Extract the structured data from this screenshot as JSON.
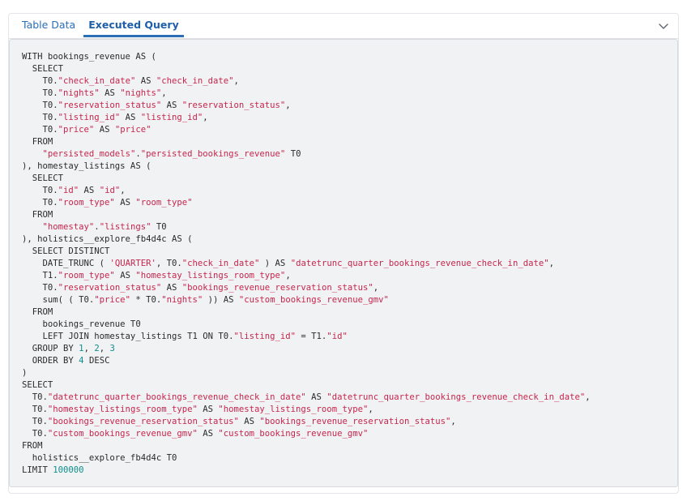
{
  "tabs": [
    {
      "label": "Table Data",
      "active": false
    },
    {
      "label": "Executed Query",
      "active": true
    }
  ],
  "icons": {
    "collapse": "chevron-down-icon"
  },
  "colors": {
    "tab_accent": "#2a6fb8",
    "string_literal": "#c7254e",
    "number_literal": "#0f8c8c",
    "code_background": "#f1f2f3"
  },
  "query_lines": [
    [
      {
        "t": "WITH bookings_revenue AS (",
        "c": "k"
      }
    ],
    [
      {
        "t": "  SELECT",
        "c": "k"
      }
    ],
    [
      {
        "t": "    T0.",
        "c": "k"
      },
      {
        "t": "\"check_in_date\"",
        "c": "s"
      },
      {
        "t": " AS ",
        "c": "k"
      },
      {
        "t": "\"check_in_date\"",
        "c": "s"
      },
      {
        "t": ",",
        "c": "k"
      }
    ],
    [
      {
        "t": "    T0.",
        "c": "k"
      },
      {
        "t": "\"nights\"",
        "c": "s"
      },
      {
        "t": " AS ",
        "c": "k"
      },
      {
        "t": "\"nights\"",
        "c": "s"
      },
      {
        "t": ",",
        "c": "k"
      }
    ],
    [
      {
        "t": "    T0.",
        "c": "k"
      },
      {
        "t": "\"reservation_status\"",
        "c": "s"
      },
      {
        "t": " AS ",
        "c": "k"
      },
      {
        "t": "\"reservation_status\"",
        "c": "s"
      },
      {
        "t": ",",
        "c": "k"
      }
    ],
    [
      {
        "t": "    T0.",
        "c": "k"
      },
      {
        "t": "\"listing_id\"",
        "c": "s"
      },
      {
        "t": " AS ",
        "c": "k"
      },
      {
        "t": "\"listing_id\"",
        "c": "s"
      },
      {
        "t": ",",
        "c": "k"
      }
    ],
    [
      {
        "t": "    T0.",
        "c": "k"
      },
      {
        "t": "\"price\"",
        "c": "s"
      },
      {
        "t": " AS ",
        "c": "k"
      },
      {
        "t": "\"price\"",
        "c": "s"
      }
    ],
    [
      {
        "t": "  FROM",
        "c": "k"
      }
    ],
    [
      {
        "t": "    ",
        "c": "k"
      },
      {
        "t": "\"persisted_models\"",
        "c": "s"
      },
      {
        "t": ".",
        "c": "k"
      },
      {
        "t": "\"persisted_bookings_revenue\"",
        "c": "s"
      },
      {
        "t": " T0",
        "c": "k"
      }
    ],
    [
      {
        "t": "), homestay_listings AS (",
        "c": "k"
      }
    ],
    [
      {
        "t": "  SELECT",
        "c": "k"
      }
    ],
    [
      {
        "t": "    T0.",
        "c": "k"
      },
      {
        "t": "\"id\"",
        "c": "s"
      },
      {
        "t": " AS ",
        "c": "k"
      },
      {
        "t": "\"id\"",
        "c": "s"
      },
      {
        "t": ",",
        "c": "k"
      }
    ],
    [
      {
        "t": "    T0.",
        "c": "k"
      },
      {
        "t": "\"room_type\"",
        "c": "s"
      },
      {
        "t": " AS ",
        "c": "k"
      },
      {
        "t": "\"room_type\"",
        "c": "s"
      }
    ],
    [
      {
        "t": "  FROM",
        "c": "k"
      }
    ],
    [
      {
        "t": "    ",
        "c": "k"
      },
      {
        "t": "\"homestay\"",
        "c": "s"
      },
      {
        "t": ".",
        "c": "k"
      },
      {
        "t": "\"listings\"",
        "c": "s"
      },
      {
        "t": " T0",
        "c": "k"
      }
    ],
    [
      {
        "t": "), holistics__explore_fb4d4c AS (",
        "c": "k"
      }
    ],
    [
      {
        "t": "  SELECT DISTINCT",
        "c": "k"
      }
    ],
    [
      {
        "t": "    DATE_TRUNC ( ",
        "c": "k"
      },
      {
        "t": "'QUARTER'",
        "c": "s"
      },
      {
        "t": ", T0.",
        "c": "k"
      },
      {
        "t": "\"check_in_date\"",
        "c": "s"
      },
      {
        "t": " ) AS ",
        "c": "k"
      },
      {
        "t": "\"datetrunc_quarter_bookings_revenue_check_in_date\"",
        "c": "s"
      },
      {
        "t": ",",
        "c": "k"
      }
    ],
    [
      {
        "t": "    T1.",
        "c": "k"
      },
      {
        "t": "\"room_type\"",
        "c": "s"
      },
      {
        "t": " AS ",
        "c": "k"
      },
      {
        "t": "\"homestay_listings_room_type\"",
        "c": "s"
      },
      {
        "t": ",",
        "c": "k"
      }
    ],
    [
      {
        "t": "    T0.",
        "c": "k"
      },
      {
        "t": "\"reservation_status\"",
        "c": "s"
      },
      {
        "t": " AS ",
        "c": "k"
      },
      {
        "t": "\"bookings_revenue_reservation_status\"",
        "c": "s"
      },
      {
        "t": ",",
        "c": "k"
      }
    ],
    [
      {
        "t": "    sum( ( T0.",
        "c": "k"
      },
      {
        "t": "\"price\"",
        "c": "s"
      },
      {
        "t": " * T0.",
        "c": "k"
      },
      {
        "t": "\"nights\"",
        "c": "s"
      },
      {
        "t": " )) AS ",
        "c": "k"
      },
      {
        "t": "\"custom_bookings_revenue_gmv\"",
        "c": "s"
      }
    ],
    [
      {
        "t": "  FROM",
        "c": "k"
      }
    ],
    [
      {
        "t": "    bookings_revenue T0",
        "c": "k"
      }
    ],
    [
      {
        "t": "    LEFT JOIN homestay_listings T1 ON T0.",
        "c": "k"
      },
      {
        "t": "\"listing_id\"",
        "c": "s"
      },
      {
        "t": " = T1.",
        "c": "k"
      },
      {
        "t": "\"id\"",
        "c": "s"
      }
    ],
    [
      {
        "t": "  GROUP BY ",
        "c": "k"
      },
      {
        "t": "1",
        "c": "n"
      },
      {
        "t": ", ",
        "c": "k"
      },
      {
        "t": "2",
        "c": "n"
      },
      {
        "t": ", ",
        "c": "k"
      },
      {
        "t": "3",
        "c": "n"
      }
    ],
    [
      {
        "t": "  ORDER BY ",
        "c": "k"
      },
      {
        "t": "4",
        "c": "n"
      },
      {
        "t": " DESC",
        "c": "k"
      }
    ],
    [
      {
        "t": ")",
        "c": "k"
      }
    ],
    [
      {
        "t": "SELECT",
        "c": "k"
      }
    ],
    [
      {
        "t": "  T0.",
        "c": "k"
      },
      {
        "t": "\"datetrunc_quarter_bookings_revenue_check_in_date\"",
        "c": "s"
      },
      {
        "t": " AS ",
        "c": "k"
      },
      {
        "t": "\"datetrunc_quarter_bookings_revenue_check_in_date\"",
        "c": "s"
      },
      {
        "t": ",",
        "c": "k"
      }
    ],
    [
      {
        "t": "  T0.",
        "c": "k"
      },
      {
        "t": "\"homestay_listings_room_type\"",
        "c": "s"
      },
      {
        "t": " AS ",
        "c": "k"
      },
      {
        "t": "\"homestay_listings_room_type\"",
        "c": "s"
      },
      {
        "t": ",",
        "c": "k"
      }
    ],
    [
      {
        "t": "  T0.",
        "c": "k"
      },
      {
        "t": "\"bookings_revenue_reservation_status\"",
        "c": "s"
      },
      {
        "t": " AS ",
        "c": "k"
      },
      {
        "t": "\"bookings_revenue_reservation_status\"",
        "c": "s"
      },
      {
        "t": ",",
        "c": "k"
      }
    ],
    [
      {
        "t": "  T0.",
        "c": "k"
      },
      {
        "t": "\"custom_bookings_revenue_gmv\"",
        "c": "s"
      },
      {
        "t": " AS ",
        "c": "k"
      },
      {
        "t": "\"custom_bookings_revenue_gmv\"",
        "c": "s"
      }
    ],
    [
      {
        "t": "FROM",
        "c": "k"
      }
    ],
    [
      {
        "t": "  holistics__explore_fb4d4c T0",
        "c": "k"
      }
    ],
    [
      {
        "t": "LIMIT ",
        "c": "k"
      },
      {
        "t": "100000",
        "c": "n"
      }
    ]
  ]
}
